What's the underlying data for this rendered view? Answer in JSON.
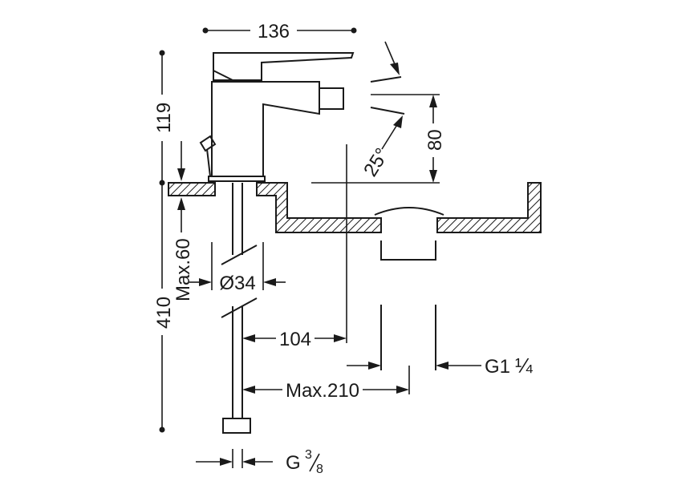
{
  "drawing": {
    "dimensions": {
      "width_top": "136",
      "height_spout": "119",
      "total_height": "410",
      "deck_max": "Max.60",
      "hole_diameter": "Ø34",
      "spout_offset": "104",
      "max_reach": "Max.210",
      "waste_thread": "G1",
      "waste_thread_frac": "¼",
      "inlet_thread": "G",
      "inlet_thread_num": "3",
      "inlet_thread_den": "8",
      "jet_height": "80",
      "jet_angle": "25°"
    }
  }
}
